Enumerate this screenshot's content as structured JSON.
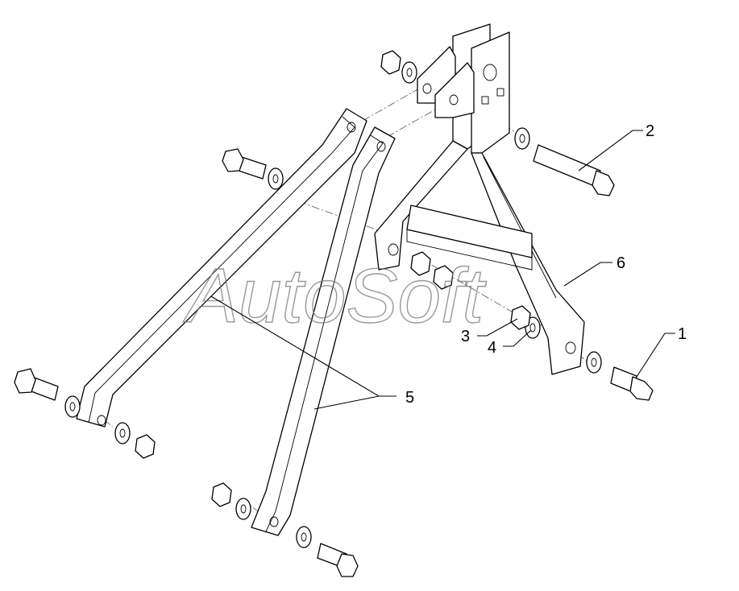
{
  "watermark": "AutoSoft",
  "callouts": [
    {
      "label": "1"
    },
    {
      "label": "2"
    },
    {
      "label": "3"
    },
    {
      "label": "4"
    },
    {
      "label": "5"
    },
    {
      "label": "6"
    }
  ]
}
